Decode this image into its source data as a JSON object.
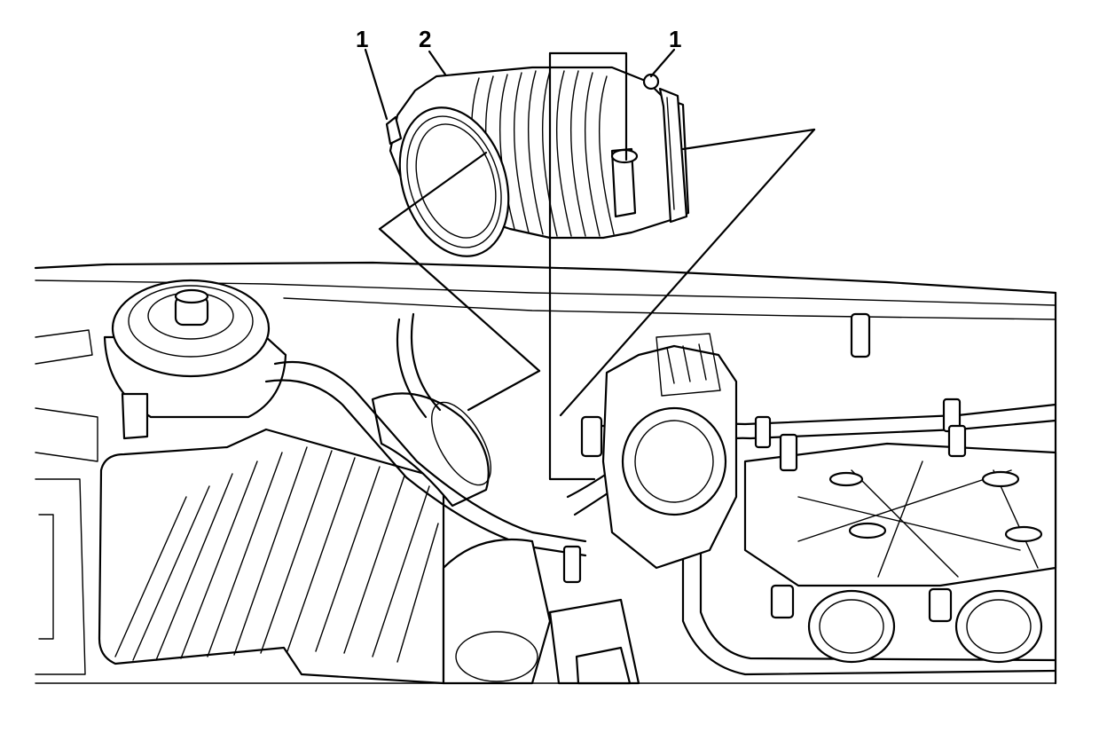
{
  "callouts": [
    {
      "id": "c1a",
      "label": "1"
    },
    {
      "id": "c2",
      "label": "2"
    },
    {
      "id": "c1b",
      "label": "1"
    }
  ]
}
